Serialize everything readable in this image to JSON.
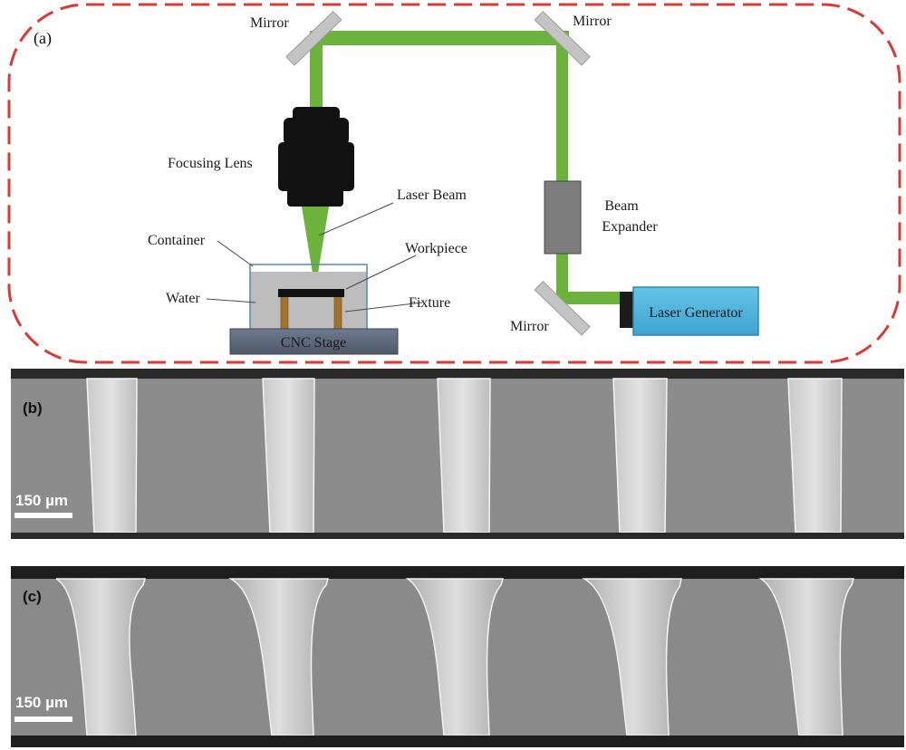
{
  "panel_a": {
    "label": "(a)",
    "labels": {
      "mirror_top_left": "Mirror",
      "mirror_top_right": "Mirror",
      "mirror_bottom": "Mirror",
      "focusing_lens": "Focusing Lens",
      "laser_beam": "Laser Beam",
      "container": "Container",
      "workpiece": "Workpiece",
      "water": "Water",
      "fixture": "Fixture",
      "cnc_stage": "CNC Stage",
      "beam_expander_line1": "Beam",
      "beam_expander_line2": "Expander",
      "laser_generator": "Laser Generator"
    },
    "colors": {
      "border_dash": "#d93a33",
      "beam": "#6cb33e",
      "laser_generator_fill": "#4fb3dc",
      "water": "#bdbdbd",
      "stage": "#5f6a7c",
      "fixture": "#a0742a"
    }
  },
  "panel_b": {
    "label": "(b)",
    "scale_bar": "150 µm"
  },
  "panel_c": {
    "label": "(c)",
    "scale_bar": "150 µm"
  }
}
